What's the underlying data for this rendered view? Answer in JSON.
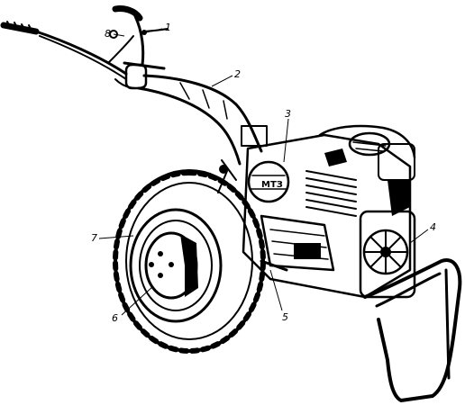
{
  "diagram": {
    "callouts": [
      {
        "id": "1",
        "text": "1"
      },
      {
        "id": "2",
        "text": "2"
      },
      {
        "id": "3",
        "text": "3"
      },
      {
        "id": "4",
        "text": "4"
      },
      {
        "id": "5",
        "text": "5"
      },
      {
        "id": "6",
        "text": "6"
      },
      {
        "id": "7",
        "text": "7"
      },
      {
        "id": "8",
        "text": "8"
      }
    ],
    "emblem_text": "МТЗ"
  }
}
